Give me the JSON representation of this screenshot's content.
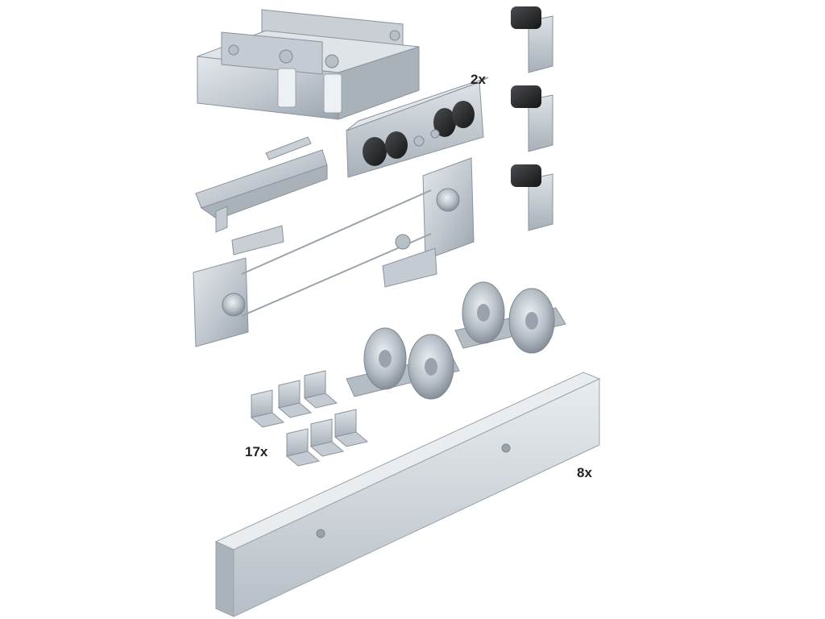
{
  "labels": {
    "qty_carriage": "2x",
    "qty_brackets": "17x",
    "qty_rail": "8x"
  },
  "colors": {
    "background": "#ffffff",
    "metal_light": "#d4d9de",
    "metal_mid": "#b4bcc4",
    "metal_dark": "#8a939c",
    "rubber": "#222426",
    "label_text": "#222222"
  }
}
